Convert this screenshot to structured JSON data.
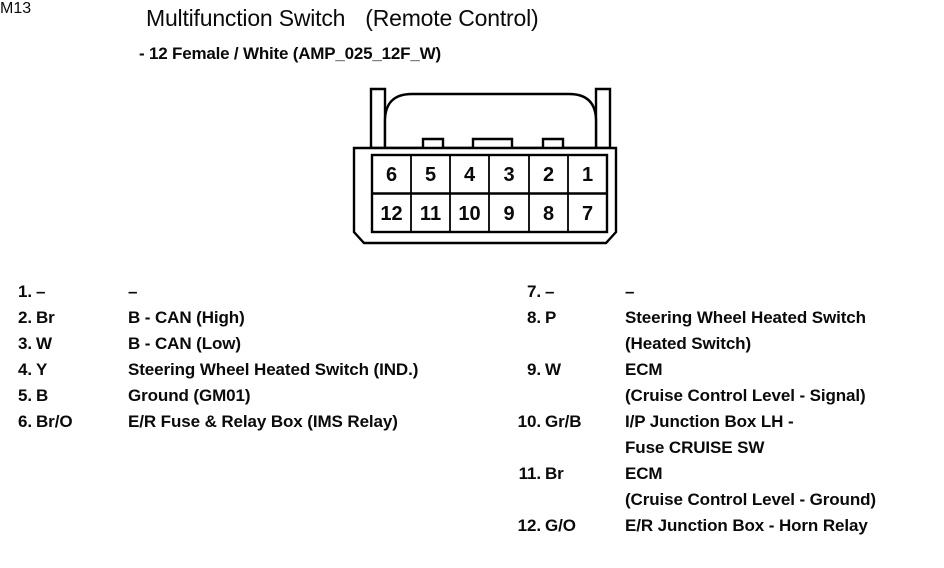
{
  "header": {
    "connector_code": "M13",
    "title_main": "Multifunction Switch",
    "title_qualifier": "(Remote Control)",
    "subtitle": "- 12 Female / White (AMP_025_12F_W)"
  },
  "connector": {
    "type": "12-way female connector face view",
    "rows": [
      {
        "pins": [
          "6",
          "5",
          "4",
          "3",
          "2",
          "1"
        ]
      },
      {
        "pins": [
          "12",
          "11",
          "10",
          "9",
          "8",
          "7"
        ]
      }
    ],
    "outline_color": "#000000",
    "fill_color": "#ffffff"
  },
  "pinout": {
    "left_column": [
      {
        "index": "1.",
        "color": "–",
        "desc": "–",
        "desc2": ""
      },
      {
        "index": "2.",
        "color": "Br",
        "desc": "B - CAN (High)",
        "desc2": ""
      },
      {
        "index": "3.",
        "color": "W",
        "desc": "B - CAN (Low)",
        "desc2": ""
      },
      {
        "index": "4.",
        "color": "Y",
        "desc": "Steering Wheel Heated Switch (IND.)",
        "desc2": ""
      },
      {
        "index": "5.",
        "color": "B",
        "desc": "Ground (GM01)",
        "desc2": ""
      },
      {
        "index": "6.",
        "color": "Br/O",
        "desc": "E/R Fuse & Relay Box (IMS Relay)",
        "desc2": ""
      }
    ],
    "right_column": [
      {
        "index": "7.",
        "color": "–",
        "desc": "–",
        "desc2": ""
      },
      {
        "index": "8.",
        "color": "P",
        "desc": "Steering Wheel Heated Switch",
        "desc2": "(Heated Switch)"
      },
      {
        "index": "9.",
        "color": "W",
        "desc": "ECM",
        "desc2": "(Cruise Control Level - Signal)"
      },
      {
        "index": "10.",
        "color": "Gr/B",
        "desc": "I/P Junction Box LH -",
        "desc2": "Fuse CRUISE SW"
      },
      {
        "index": "11.",
        "color": "Br",
        "desc": "ECM",
        "desc2": "(Cruise Control Level - Ground)"
      },
      {
        "index": "12.",
        "color": "G/O",
        "desc": "E/R Junction Box - Horn Relay",
        "desc2": ""
      }
    ]
  }
}
